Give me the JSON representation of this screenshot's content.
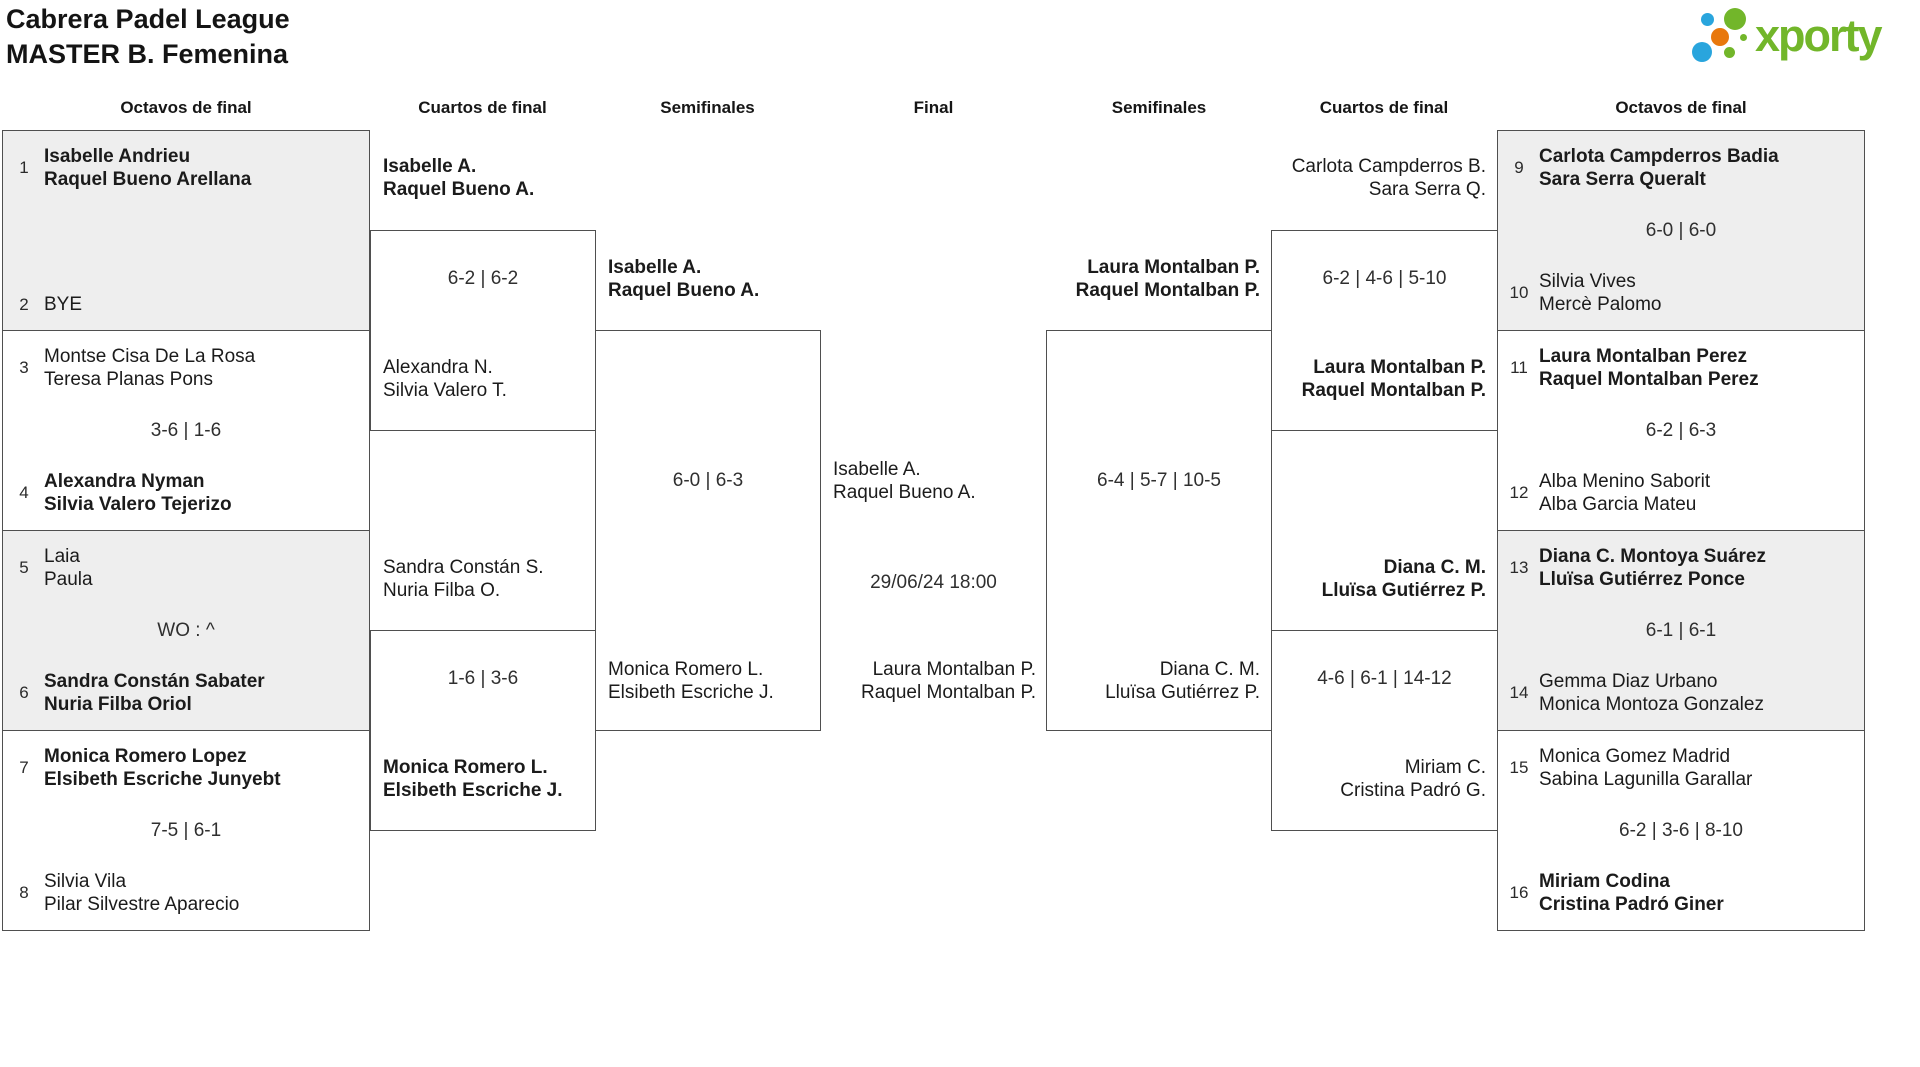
{
  "title": {
    "line1": "Cabrera Padel League",
    "line2": "MASTER B. Femenina"
  },
  "logo": {
    "text": "xporty",
    "colors": {
      "green": "#72b62a",
      "blue": "#29a5dd",
      "orange": "#e8780d"
    }
  },
  "headers": [
    "Octavos de final",
    "Cuartos de final",
    "Semifinales",
    "Final",
    "Semifinales",
    "Cuartos de final",
    "Octavos de final"
  ],
  "colors": {
    "box_gray": "#eeeeee",
    "border": "#4f4f4f",
    "text": "#1b1b1b"
  },
  "octavos": [
    {
      "top": {
        "seed": "1",
        "line1": "Isabelle Andrieu",
        "line2": "Raquel Bueno Arellana",
        "winner": true
      },
      "score": "",
      "bottom": {
        "seed": "2",
        "line1": "BYE",
        "line2": "",
        "winner": false
      }
    },
    {
      "top": {
        "seed": "3",
        "line1": "Montse Cisa De La Rosa",
        "line2": "Teresa Planas Pons",
        "winner": false
      },
      "score": "3-6 | 1-6",
      "bottom": {
        "seed": "4",
        "line1": "Alexandra Nyman",
        "line2": "Silvia Valero Tejerizo",
        "winner": true
      }
    },
    {
      "top": {
        "seed": "5",
        "line1": "Laia",
        "line2": "Paula",
        "winner": false
      },
      "score": "WO : ^",
      "bottom": {
        "seed": "6",
        "line1": "Sandra Constán Sabater",
        "line2": "Nuria Filba Oriol",
        "winner": true
      }
    },
    {
      "top": {
        "seed": "7",
        "line1": "Monica Romero Lopez",
        "line2": "Elsibeth Escriche Junyebt",
        "winner": true
      },
      "score": "7-5 | 6-1",
      "bottom": {
        "seed": "8",
        "line1": "Silvia Vila",
        "line2": "Pilar Silvestre Aparecio",
        "winner": false
      }
    },
    {
      "top": {
        "seed": "9",
        "line1": "Carlota Campderros Badia",
        "line2": "Sara Serra Queralt",
        "winner": true
      },
      "score": "6-0 | 6-0",
      "bottom": {
        "seed": "10",
        "line1": "Silvia Vives",
        "line2": "Mercè Palomo",
        "winner": false
      }
    },
    {
      "top": {
        "seed": "11",
        "line1": "Laura Montalban Perez",
        "line2": "Raquel Montalban Perez",
        "winner": true
      },
      "score": "6-2 | 6-3",
      "bottom": {
        "seed": "12",
        "line1": "Alba Menino Saborit",
        "line2": "Alba Garcia Mateu",
        "winner": false
      }
    },
    {
      "top": {
        "seed": "13",
        "line1": "Diana C. Montoya Suárez",
        "line2": "Lluïsa Gutiérrez Ponce",
        "winner": true
      },
      "score": "6-1 | 6-1",
      "bottom": {
        "seed": "14",
        "line1": "Gemma Diaz Urbano",
        "line2": "Monica Montoza Gonzalez",
        "winner": false
      }
    },
    {
      "top": {
        "seed": "15",
        "line1": "Monica Gomez Madrid",
        "line2": "Sabina Lagunilla Garallar",
        "winner": false
      },
      "score": "6-2 | 3-6 | 8-10",
      "bottom": {
        "seed": "16",
        "line1": "Miriam Codina",
        "line2": "Cristina Padró Giner",
        "winner": true
      }
    }
  ],
  "cuartos": [
    {
      "top": {
        "line1": "Isabelle A.",
        "line2": "Raquel Bueno A.",
        "winner": true
      },
      "score": "6-2 | 6-2",
      "bottom": {
        "line1": "Alexandra N.",
        "line2": "Silvia Valero T.",
        "winner": false
      }
    },
    {
      "top": {
        "line1": "Sandra Constán S.",
        "line2": "Nuria Filba O.",
        "winner": false
      },
      "score": "1-6 | 3-6",
      "bottom": {
        "line1": "Monica Romero L.",
        "line2": "Elsibeth Escriche J.",
        "winner": true
      }
    },
    {
      "top": {
        "line1": "Carlota Campderros B.",
        "line2": "Sara Serra Q.",
        "winner": false
      },
      "score": "6-2 | 4-6 | 5-10",
      "bottom": {
        "line1": "Laura Montalban P.",
        "line2": "Raquel Montalban P.",
        "winner": true
      }
    },
    {
      "top": {
        "line1": "Diana C. M.",
        "line2": "Lluïsa Gutiérrez P.",
        "winner": true
      },
      "score": "4-6 | 6-1 | 14-12",
      "bottom": {
        "line1": "Miriam C.",
        "line2": "Cristina Padró G.",
        "winner": false
      }
    }
  ],
  "semis": [
    {
      "top": {
        "line1": "Isabelle A.",
        "line2": "Raquel Bueno A.",
        "winner": true
      },
      "score": "6-0 | 6-3",
      "bottom": {
        "line1": "Monica Romero L.",
        "line2": "Elsibeth Escriche J.",
        "winner": false
      }
    },
    {
      "top": {
        "line1": "Laura Montalban P.",
        "line2": "Raquel Montalban P.",
        "winner": true
      },
      "score": "6-4 | 5-7 | 10-5",
      "bottom": {
        "line1": "Diana C. M.",
        "line2": "Lluïsa Gutiérrez P.",
        "winner": false
      }
    }
  ],
  "final": {
    "top": {
      "line1": "Isabelle A.",
      "line2": "Raquel Bueno A."
    },
    "datetime": "29/06/24 18:00",
    "bottom": {
      "line1": "Laura Montalban P.",
      "line2": "Raquel Montalban P."
    }
  }
}
